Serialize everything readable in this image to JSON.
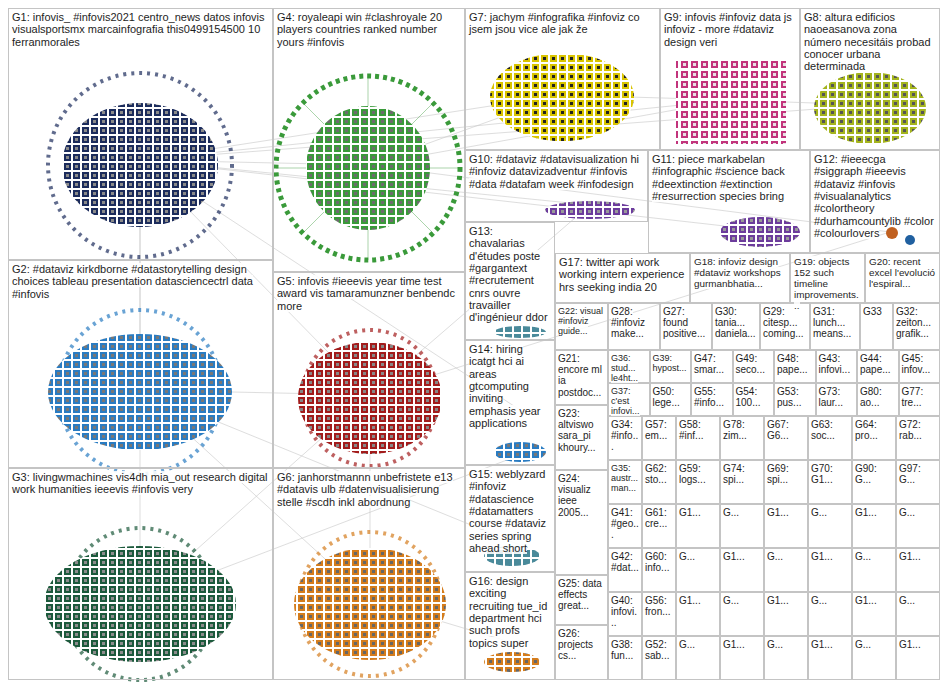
{
  "diagram": {
    "nodes": [
      {
        "text": [
          "G1: infovis_ #infovis2021 centro_news datos infovis visualsportsmx marcainfografia this0499154500 10 ferranmorales"
        ]
      },
      {
        "text": [
          "G4: royaleapi win #clashroyale 20 players countries ranked number yours #infovis"
        ]
      },
      {
        "text": [
          "G7: jachym #infografika #infoviz co jsem jsou vice ale jak že"
        ]
      },
      {
        "text": [
          "G9: infovis #infoviz data js infoviz - more #dataviz design veri"
        ]
      },
      {
        "text": [
          "G8: altura edificios naoeasanova zona número necesitáis probad conocer urbana determinada"
        ]
      },
      {
        "text": [
          "G10: #dataviz #datavisualization hi #infoviz datavizadventur #infovis #data #datafam week #infodesign"
        ]
      },
      {
        "text": [
          "G11: piece markabelan #infographic #science back #deextinction #extinction #resurrection species bring"
        ]
      },
      {
        "text": [
          "G12: #ieeecga #siggraph #ieeevis #dataviz #infovis #visualanalytics #colortheory #durhamcountylib #color #colourlovers"
        ]
      },
      {
        "text": [
          "G2: #dataviz kirkdborne #datastorytelling design choices tableau presentation datasciencectrl data #infovis"
        ]
      },
      {
        "text": [
          "G5: infovis #ieeevis year time test award vis tamaramunzner benbendc more"
        ]
      },
      {
        "text": [
          "G13: chavalarias d'études poste #gargantext #recrutement cnrs ouvre travailler d'ingénieur ddor"
        ]
      },
      {
        "text": [
          "G17: twitter api work working intern experience hrs seeking india 20"
        ]
      },
      {
        "text": [
          "G18: infoviz design #dataviz workshops gurmanbhatia..."
        ]
      },
      {
        "text": [
          "G19: objects 152 such timeline improvements..."
        ]
      },
      {
        "text": [
          "G20: recent excel l'evolució l'espiral..."
        ]
      },
      {
        "text": [
          "G22: visual #infoviz guide..."
        ]
      },
      {
        "text": [
          "G28: #infoviz make..."
        ]
      },
      {
        "text": [
          "G27: found positive..."
        ]
      },
      {
        "text": [
          "G30: tania... daniela..."
        ]
      },
      {
        "text": [
          "G29: citesp... coming..."
        ]
      },
      {
        "text": [
          "G31: lunch... means..."
        ]
      },
      {
        "text": [
          "G33"
        ]
      },
      {
        "text": [
          "G32: zeiton... grafik..."
        ]
      },
      {
        "text": [
          "G21: encore ml ia postdoc..."
        ]
      },
      {
        "text": [
          "G36: stud... le4ht..."
        ]
      },
      {
        "text": [
          "G39: hypost..."
        ]
      },
      {
        "text": [
          "G47: smar..."
        ]
      },
      {
        "text": [
          "G49: seco..."
        ]
      },
      {
        "text": [
          "G48: pape..."
        ]
      },
      {
        "text": [
          "G43: infovi..."
        ]
      },
      {
        "text": [
          "G44: pape..."
        ]
      },
      {
        "text": [
          "G45: infov..."
        ]
      },
      {
        "text": [
          "G37: c'est infovi..."
        ]
      },
      {
        "text": [
          "G50: lege..."
        ]
      },
      {
        "text": [
          "G55: #info..."
        ]
      },
      {
        "text": [
          "G54: 100..."
        ]
      },
      {
        "text": [
          "G53: pus..."
        ]
      },
      {
        "text": [
          "G73: laur..."
        ]
      },
      {
        "text": [
          "G80: ao..."
        ]
      },
      {
        "text": [
          "G77: tre..."
        ]
      },
      {
        "text": [
          "G14: hiring icatgt hci ai areas gtcomputing inviting emphasis year applications"
        ]
      },
      {
        "text": [
          "G23: altviswo sara_pi khoury..."
        ]
      },
      {
        "text": [
          "G24: visualiz ieee 2005..."
        ]
      },
      {
        "text": [
          "G25: data effects great..."
        ]
      },
      {
        "text": [
          "G26: projects cs..."
        ]
      },
      {
        "text": [
          "G34: #info..."
        ]
      },
      {
        "text": [
          "G35: austr... man..."
        ]
      },
      {
        "text": [
          "G41: #geo..."
        ]
      },
      {
        "text": [
          "G42: #dat..."
        ]
      },
      {
        "text": [
          "G40: infovi..."
        ]
      },
      {
        "text": [
          "G38: fun..."
        ]
      },
      {
        "text": [
          "G57: em..."
        ]
      },
      {
        "text": [
          "G62: sto..."
        ]
      },
      {
        "text": [
          "G61: cre..."
        ]
      },
      {
        "text": [
          "G60: info..."
        ]
      },
      {
        "text": [
          "G56: fron..."
        ]
      },
      {
        "text": [
          "G52: sab..."
        ]
      },
      {
        "text": [
          "G58: #inf..."
        ]
      },
      {
        "text": [
          "G78: zim..."
        ]
      },
      {
        "text": [
          "G67: G6..."
        ]
      },
      {
        "text": [
          "G63: soc..."
        ]
      },
      {
        "text": [
          "G64: pro..."
        ]
      },
      {
        "text": [
          "G72: rab..."
        ]
      },
      {
        "text": [
          "G59: logs..."
        ]
      },
      {
        "text": [
          "G74: spi..."
        ]
      },
      {
        "text": [
          "G69: spi..."
        ]
      },
      {
        "text": [
          "G70: G1..."
        ]
      },
      {
        "text": [
          "G90: G..."
        ]
      },
      {
        "text": [
          "G97: G..."
        ]
      },
      {
        "text": [
          "G1..."
        ]
      },
      {
        "text": [
          "G..."
        ]
      },
      {
        "text": [
          "G1..."
        ]
      },
      {
        "text": [
          "G..."
        ]
      },
      {
        "text": [
          "G1..."
        ]
      },
      {
        "text": [
          "G..."
        ]
      },
      {
        "text": [
          "G..."
        ]
      },
      {
        "text": [
          "G1..."
        ]
      },
      {
        "text": [
          "G..."
        ]
      },
      {
        "text": [
          "G1..."
        ]
      },
      {
        "text": [
          "G..."
        ]
      },
      {
        "text": [
          "G1..."
        ]
      },
      {
        "text": [
          "G1..."
        ]
      },
      {
        "text": [
          "G..."
        ]
      },
      {
        "text": [
          "G1..."
        ]
      },
      {
        "text": [
          "G..."
        ]
      },
      {
        "text": [
          "G1..."
        ]
      },
      {
        "text": [
          "G..."
        ]
      },
      {
        "text": [
          "G..."
        ]
      },
      {
        "text": [
          "G1..."
        ]
      },
      {
        "text": [
          "G..."
        ]
      },
      {
        "text": [
          "G1..."
        ]
      },
      {
        "text": [
          "G..."
        ]
      },
      {
        "text": [
          "G1..."
        ]
      },
      {
        "text": [
          "G3: livingwmachines vis4dh mia_out research digital work humanities ieeevis #infovis very"
        ]
      },
      {
        "text": [
          "G6: janhorstmannn unbefristete e13 #datavis ulb #datenvisualisierung stelle #scdh inkl abordnung"
        ]
      },
      {
        "text": [
          "G15: weblyzard #infoviz #datascience #datamatters course #dataviz series spring ahead short"
        ]
      },
      {
        "text": [
          "G16: design exciting recruiting tue_id department hci such profs topics super"
        ]
      }
    ]
  }
}
